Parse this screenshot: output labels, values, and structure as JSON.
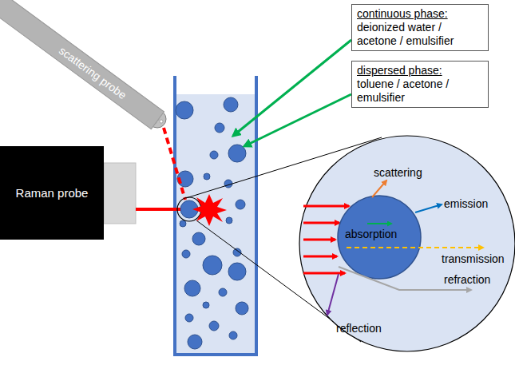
{
  "diagram": {
    "nodes": [
      {
        "text": [
          "scattering probe"
        ]
      },
      {
        "text": [
          "continuous phase:",
          "deionized water / acetone / emulsifier"
        ]
      },
      {
        "text": [
          "dispersed phase:",
          "toluene / acetone / emulsifier"
        ]
      },
      {
        "text": [
          "Raman probe"
        ]
      },
      {
        "text": [
          "absorption"
        ]
      }
    ],
    "labels": [
      "scattering",
      "emission",
      "transmission",
      "refraction",
      "reflection"
    ]
  }
}
